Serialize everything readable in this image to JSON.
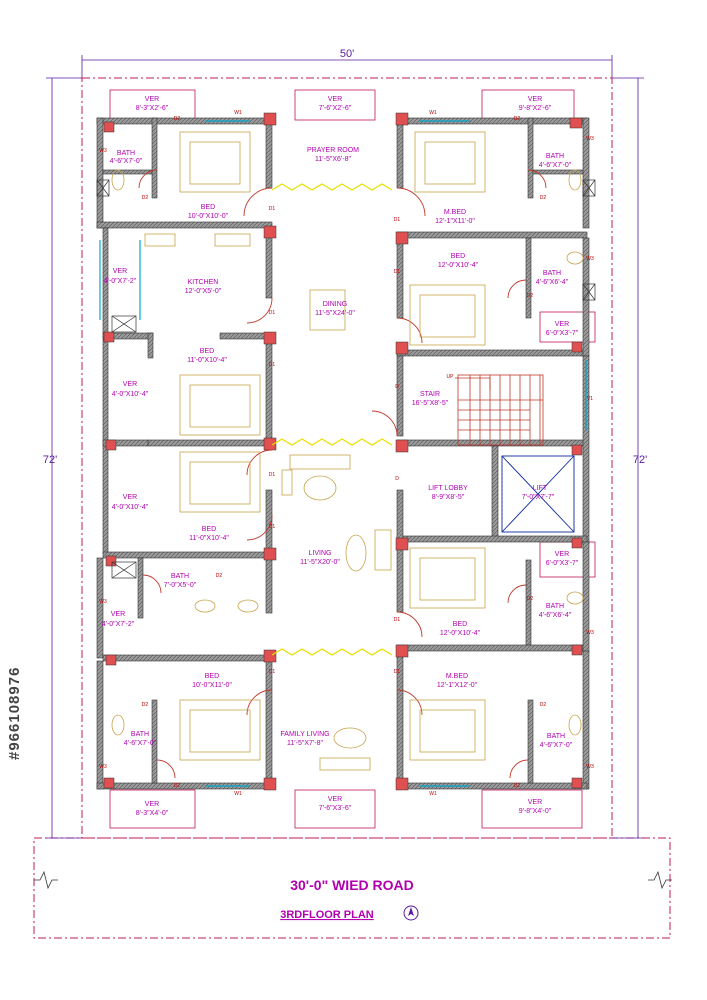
{
  "colors": {
    "wall": "#8a8a8a",
    "wall_outline": "#333333",
    "column": "#e05050",
    "label": "#b000b0",
    "boundary": "#c2185b",
    "dimension": "#5a1aa0",
    "furniture": "#c9a24a",
    "stair": "#c0392b",
    "window": "#00a8d0"
  },
  "dimensions": {
    "width": "50'",
    "depth_left": "72'",
    "depth_right": "72'"
  },
  "rooms": {
    "ver_top_left": {
      "name": "VER",
      "size": "8'-3\"X2'-6\""
    },
    "ver_top_center": {
      "name": "VER",
      "size": "7'-6\"X2'-6\""
    },
    "ver_top_right": {
      "name": "VER",
      "size": "9'-8\"X2'-6\""
    },
    "prayer_room": {
      "name": "PRAYER ROOM",
      "size": "11'-5\"X6'-8\""
    },
    "bath_top_left": {
      "name": "BATH",
      "size": "4'-6\"X7'-0\""
    },
    "bath_top_right": {
      "name": "BATH",
      "size": "4'-6\"X7'-0\""
    },
    "bed_top_left": {
      "name": "BED",
      "size": "10'-0\"X10'-0\""
    },
    "mbed_top_right": {
      "name": "M.BED",
      "size": "12'-1\"X11'-0\""
    },
    "ver_left_1": {
      "name": "VER",
      "size": "4'-0\"X7'-2\""
    },
    "kitchen": {
      "name": "KITCHEN",
      "size": "12'-0\"X5'-0\""
    },
    "bed_right_1": {
      "name": "BED",
      "size": "12'-0\"X10'-4\""
    },
    "bath_right_1": {
      "name": "BATH",
      "size": "4'-6\"X6'-4\""
    },
    "ver_right_1": {
      "name": "VER",
      "size": "6'-0\"X3'-7\""
    },
    "dining": {
      "name": "DINING",
      "size": "11'-5\"X24'-0\""
    },
    "bed_left_2": {
      "name": "BED",
      "size": "11'-0\"X10'-4\""
    },
    "ver_left_2": {
      "name": "VER",
      "size": "4'-0\"X10'-4\""
    },
    "stair": {
      "name": "STAIR",
      "size": "16'-5\"X8'-5\""
    },
    "ver_left_3": {
      "name": "VER",
      "size": "4'-0\"X10'-4\""
    },
    "bed_left_3": {
      "name": "BED",
      "size": "11'-0\"X10'-4\""
    },
    "lift_lobby": {
      "name": "LIFT LOBBY",
      "size": "8'-9\"X8'-5\""
    },
    "lift": {
      "name": "LIFT",
      "size": "7'-0\"X7'-7\""
    },
    "living": {
      "name": "LIVING",
      "size": "11'-5\"X20'-0\""
    },
    "ver_right_2": {
      "name": "VER",
      "size": "6'-0\"X3'-7\""
    },
    "bath_left_2": {
      "name": "BATH",
      "size": "7'-0\"X5'-0\""
    },
    "ver_left_4": {
      "name": "VER",
      "size": "4'-0\"X7'-2\""
    },
    "bed_right_2": {
      "name": "BED",
      "size": "12'-0\"X10'-4\""
    },
    "bath_right_2": {
      "name": "BATH",
      "size": "4'-6\"X6'-4\""
    },
    "bed_bottom_left": {
      "name": "BED",
      "size": "10'-0\"X11'-0\""
    },
    "family_living": {
      "name": "FAMILY LIVING",
      "size": "11'-5\"X7'-8\""
    },
    "mbed_bottom_right": {
      "name": "M.BED",
      "size": "12'-1\"X12'-0\""
    },
    "bath_bottom_left": {
      "name": "BATH",
      "size": "4'-6\"X7'-0\""
    },
    "bath_bottom_right": {
      "name": "BATH",
      "size": "4'-6\"X7'-0\""
    },
    "ver_bottom_left": {
      "name": "VER",
      "size": "8'-3\"X4'-0\""
    },
    "ver_bottom_center": {
      "name": "VER",
      "size": "7'-6\"X3'-6\""
    },
    "ver_bottom_right": {
      "name": "VER",
      "size": "9'-8\"X4'-0\""
    }
  },
  "tags": {
    "d1": "D1",
    "d2": "D2",
    "d": "D",
    "w1": "W1",
    "w3": "W3",
    "v1": "V1",
    "up": "UP"
  },
  "road_label": "30'-0\" WIED ROAD",
  "plan_title": "3RDFLOOR PLAN",
  "stock_id": "#966108976"
}
